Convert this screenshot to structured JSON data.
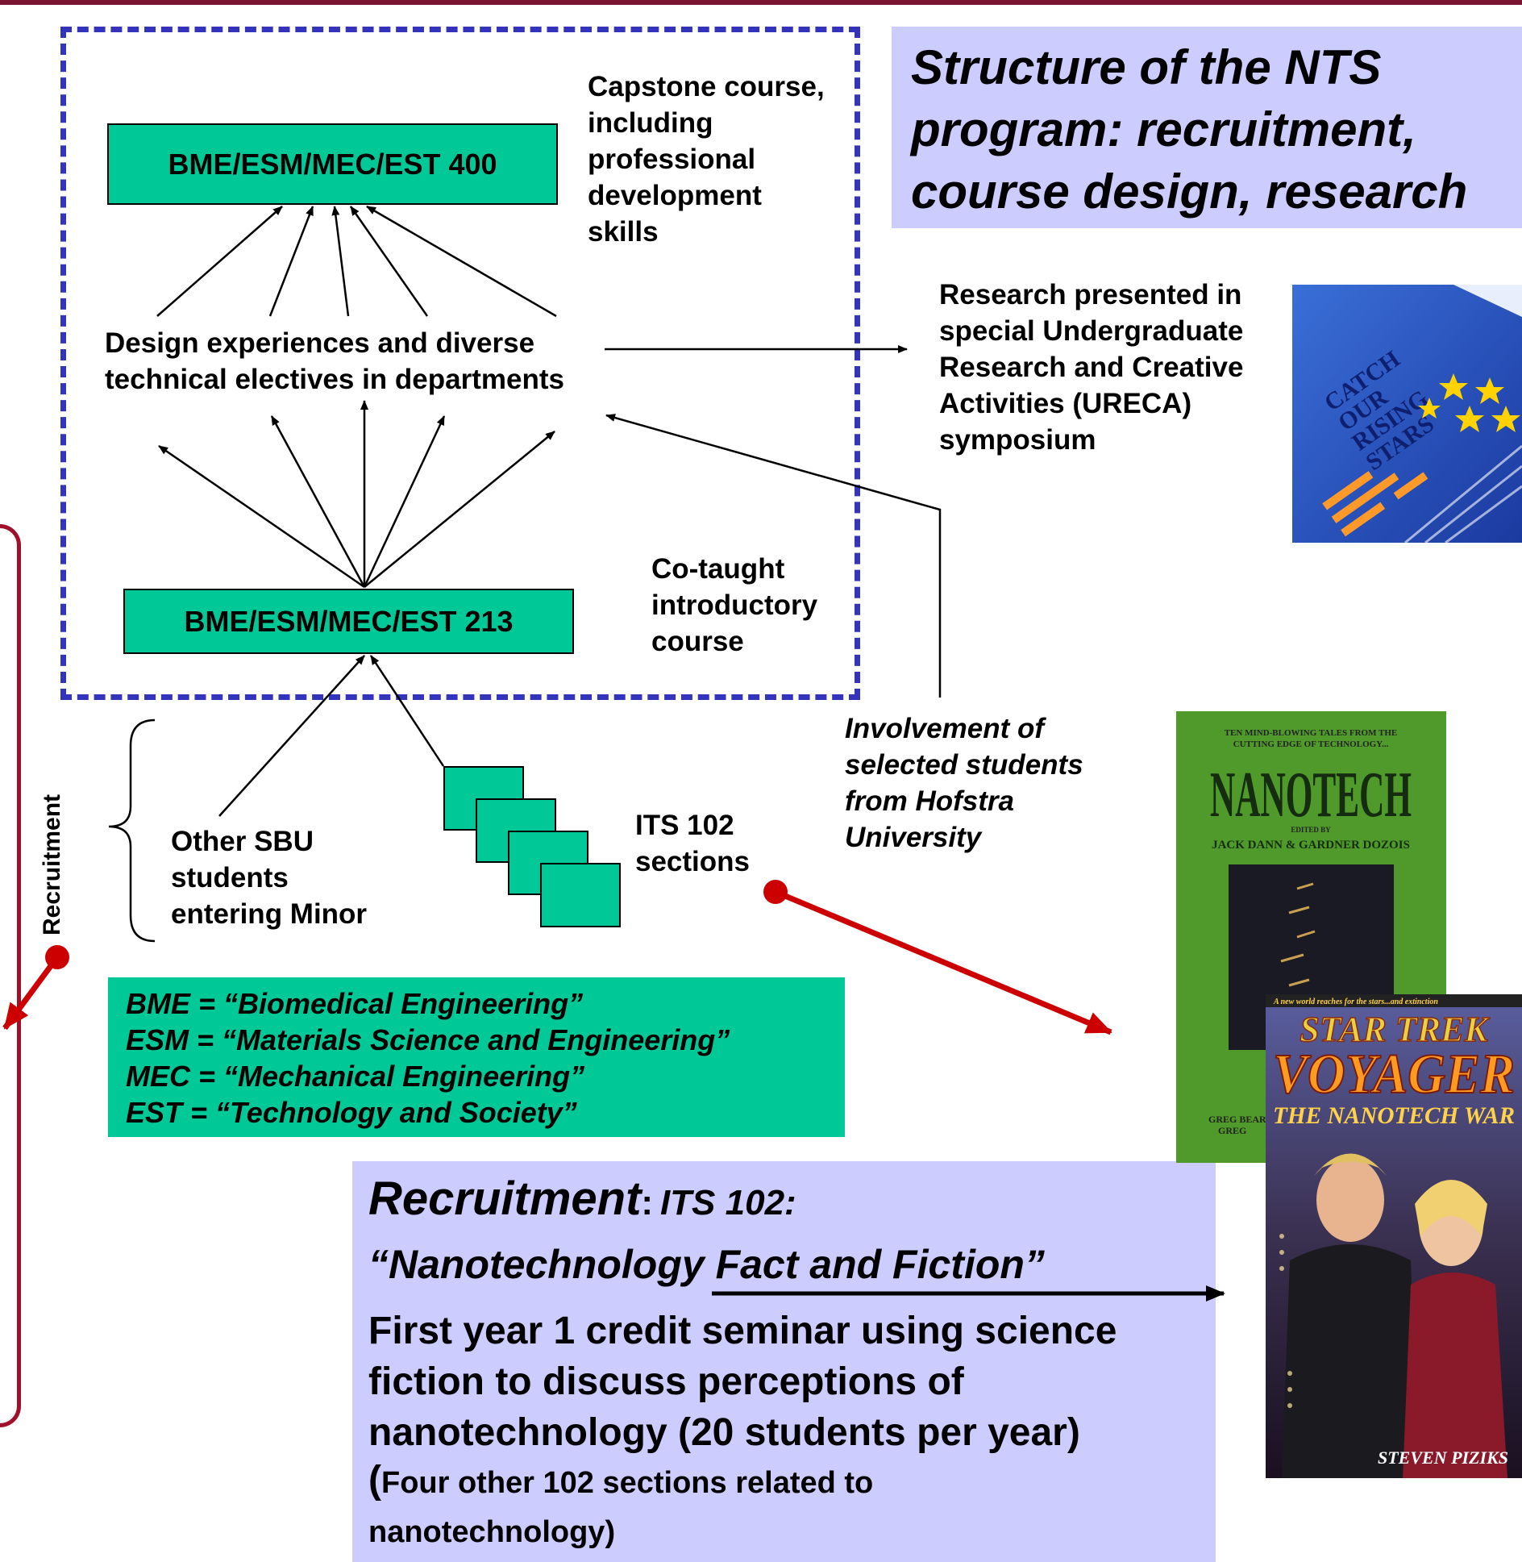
{
  "title": {
    "line1": "Structure of the NTS",
    "line2": "program: recruitment,",
    "line3": "course design, research"
  },
  "boxes": {
    "course400": "BME/ESM/MEC/EST 400",
    "course213": "BME/ESM/MEC/EST 213"
  },
  "labels": {
    "capstone": [
      "Capstone course,",
      "including",
      "professional",
      "development",
      "skills"
    ],
    "design": [
      "Design experiences and diverse",
      "technical electives in departments"
    ],
    "cotaught": [
      "Co-taught",
      "introductory",
      "course"
    ],
    "research": [
      "Research presented in",
      "special Undergraduate",
      "Research and Creative",
      "Activities (URECA)",
      "symposium"
    ],
    "hofstra": [
      "Involvement of",
      "selected students",
      "from Hofstra",
      "University"
    ],
    "other_students": [
      "Other SBU",
      "students",
      "entering Minor"
    ],
    "its102": [
      "ITS 102",
      "sections"
    ],
    "recruitment_vertical": "Recruitment"
  },
  "legend": [
    "BME = “Biomedical Engineering”",
    "ESM = “Materials Science and Engineering”",
    "MEC = “Mechanical Engineering”",
    "EST = “Technology and Society”"
  ],
  "recruitment_box": {
    "heading": "Recruitment",
    "colon": ":",
    "course": "ITS 102:",
    "course_title": "“Nanotechnology Fact and Fiction”",
    "body1": "First year 1 credit seminar using science",
    "body2": "fiction to discuss perceptions of",
    "body3": "nanotechnology (20 students per year)",
    "paren_open": "(",
    "note1": "Four other 102 sections related to",
    "note2": "nanotechnology)"
  },
  "book_nanotech": {
    "tagline1": "TEN MIND-BLOWING TALES FROM THE",
    "tagline2": "CUTTING EDGE OF TECHNOLOGY...",
    "title": "NANOTECH",
    "edited_by": "EDITED BY",
    "editors": "JACK DANN & GARDNER DOZOIS",
    "author_fragment1": "GREG BEAR",
    "author_fragment2": "GREG"
  },
  "book_voyager": {
    "tagline": "A new world reaches for the stars...and extinction",
    "series": "STAR TREK",
    "title": "VOYAGER",
    "subtitle": "THE NANOTECH WAR",
    "author": "STEVEN PIZIKS"
  },
  "colors": {
    "green": "#00c896",
    "lavender": "#ccccff",
    "dash_blue": "#3333bb",
    "accent_red": "#cc0000",
    "maroon": "#a0102a"
  }
}
